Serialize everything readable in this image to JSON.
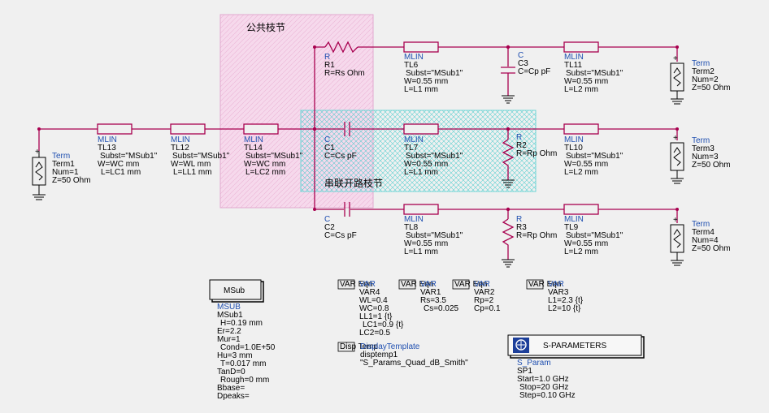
{
  "regions": {
    "common_stub": "公共枝节",
    "series_open_stub": "串联开路枝节"
  },
  "components": {
    "R1": [
      "R",
      "R1",
      "R=Rs Ohm"
    ],
    "TL6": [
      "MLIN",
      "TL6",
      "Subst=\"MSub1\"",
      "W=0.55 mm",
      "L=L1 mm"
    ],
    "C3": [
      "C",
      "C3",
      "C=Cp pF"
    ],
    "TL11": [
      "MLIN",
      "TL11",
      "Subst=\"MSub1\"",
      "W=0.55 mm",
      "L=L2 mm"
    ],
    "Term2": [
      "Term",
      "Term2",
      "Num=2",
      "Z=50 Ohm"
    ],
    "TL13": [
      "MLIN",
      "TL13",
      "Subst=\"MSub1\"",
      "W=WC mm",
      "L=LC1 mm"
    ],
    "TL12": [
      "MLIN",
      "TL12",
      "Subst=\"MSub1\"",
      "W=WL mm",
      "L=LL1 mm"
    ],
    "TL14": [
      "MLIN",
      "TL14",
      "Subst=\"MSub1\"",
      "W=WC mm",
      "L=LC2 mm"
    ],
    "C1": [
      "C",
      "C1",
      "C=Cs pF"
    ],
    "TL7": [
      "MLIN",
      "TL7",
      "Subst=\"MSub1\"",
      "W=0.55 mm",
      "L=L1 mm"
    ],
    "R2": [
      "R",
      "R2",
      "R=Rp Ohm"
    ],
    "TL10": [
      "MLIN",
      "TL10",
      "Subst=\"MSub1\"",
      "W=0.55 mm",
      "L=L2 mm"
    ],
    "Term3": [
      "Term",
      "Term3",
      "Num=3",
      "Z=50 Ohm"
    ],
    "Term1": [
      "Term",
      "Term1",
      "Num=1",
      "Z=50 Ohm"
    ],
    "C2": [
      "C",
      "C2",
      "C=Cs pF"
    ],
    "TL8": [
      "MLIN",
      "TL8",
      "Subst=\"MSub1\"",
      "W=0.55 mm",
      "L=L1 mm"
    ],
    "R3": [
      "R",
      "R3",
      "R=Rp Ohm"
    ],
    "TL9": [
      "MLIN",
      "TL9",
      "Subst=\"MSub1\"",
      "W=0.55 mm",
      "L=L2 mm"
    ],
    "Term4": [
      "Term",
      "Term4",
      "Num=4",
      "Z=50 Ohm"
    ]
  },
  "msub": {
    "box_label": "MSub",
    "type": "MSUB",
    "name": "MSub1",
    "params": [
      "H=0.19 mm",
      "Er=2.2",
      "Mur=1",
      "Cond=1.0E+50",
      "Hu=3 mm",
      "T=0.017 mm",
      "TanD=0",
      "Rough=0 mm",
      "Bbase=",
      "Dpeaks="
    ]
  },
  "vars": {
    "icon_text": "VAR Eqn",
    "VAR4": [
      "VAR",
      "VAR4",
      "WL=0.4",
      "WC=0.8",
      "LL1=1 {t}",
      "LC1=0.9 {t}",
      "LC2=0.5"
    ],
    "VAR1": [
      "VAR",
      "VAR1",
      "Rs=3.5",
      "Cs=0.025"
    ],
    "VAR2": [
      "VAR",
      "VAR2",
      "Rp=2",
      "Cp=0.1"
    ],
    "VAR3": [
      "VAR",
      "VAR3",
      "L1=2.3 {t}",
      "L2=10 {t}"
    ]
  },
  "display_template": {
    "icon_text": "Disp Temp",
    "lines": [
      "DisplayTemplate",
      "disptemp1",
      "\"S_Params_Quad_dB_Smith\""
    ]
  },
  "sparam": {
    "box_label": "S-PARAMETERS",
    "lines": [
      "S_Param",
      "SP1",
      "Start=1.0 GHz",
      "Stop=20 GHz",
      "Step=0.10 GHz"
    ]
  }
}
